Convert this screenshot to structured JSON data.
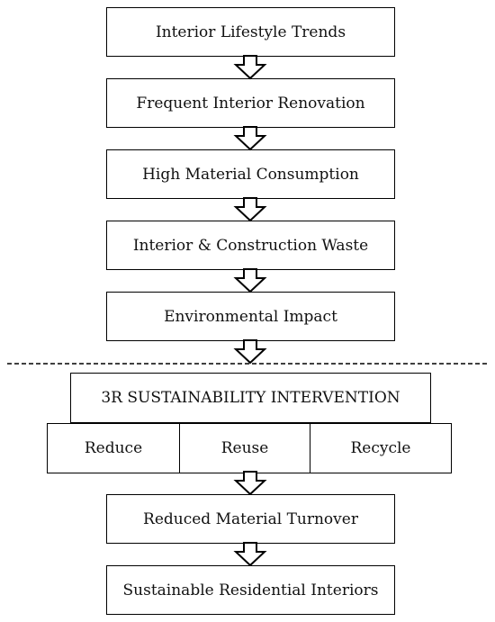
{
  "flow": {
    "steps": [
      "Interior Lifestyle Trends",
      "Frequent Interior Renovation",
      "High Material Consumption",
      "Interior & Construction Waste",
      "Environmental Impact"
    ],
    "intervention": {
      "title": "3R SUSTAINABILITY INTERVENTION",
      "options": [
        "Reduce",
        "Reuse",
        "Recycle"
      ]
    },
    "outcomes": [
      "Reduced Material Turnover",
      "Sustainable Residential Interiors"
    ]
  },
  "colors": {
    "stroke": "#000000",
    "fill": "#ffffff",
    "text": "#111111"
  }
}
